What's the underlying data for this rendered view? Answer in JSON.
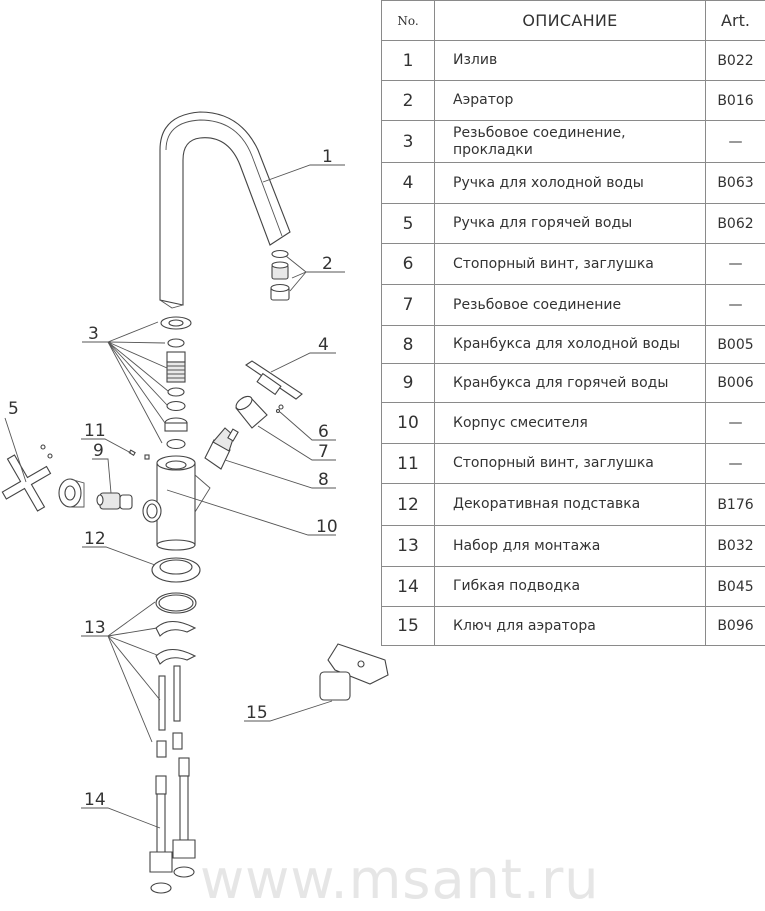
{
  "table": {
    "headers": {
      "no": "No.",
      "description": "ОПИСАНИЕ",
      "art": "Art."
    },
    "rows": [
      {
        "no": "1",
        "description": "Излив",
        "art": "B022"
      },
      {
        "no": "2",
        "description": "Аэратор",
        "art": "B016"
      },
      {
        "no": "3",
        "description": "Резьбовое соединение, прокладки",
        "art": "—"
      },
      {
        "no": "4",
        "description": "Ручка для холодной воды",
        "art": "B063"
      },
      {
        "no": "5",
        "description": "Ручка для горячей воды",
        "art": "B062"
      },
      {
        "no": "6",
        "description": "Стопорный винт, заглушка",
        "art": "—"
      },
      {
        "no": "7",
        "description": "Резьбовое соединение",
        "art": "—"
      },
      {
        "no": "8",
        "description": "Кранбукса для холодной воды",
        "art": "B005"
      },
      {
        "no": "9",
        "description": "Кранбукса для горячей воды",
        "art": "B006"
      },
      {
        "no": "10",
        "description": "Корпус смесителя",
        "art": "—"
      },
      {
        "no": "11",
        "description": "Стопорный винт, заглушка",
        "art": "—"
      },
      {
        "no": "12",
        "description": "Декоративная подставка",
        "art": "B176"
      },
      {
        "no": "13",
        "description": "Набор для монтажа",
        "art": "B032"
      },
      {
        "no": "14",
        "description": "Гибкая подводка",
        "art": "B045"
      },
      {
        "no": "15",
        "description": "Ключ для аэратора",
        "art": "B096"
      }
    ]
  },
  "diagram": {
    "callouts": {
      "c1": "1",
      "c2": "2",
      "c3": "3",
      "c4": "4",
      "c5": "5",
      "c6": "6",
      "c7": "7",
      "c8": "8",
      "c9": "9",
      "c10": "10",
      "c11": "11",
      "c12": "12",
      "c13": "13",
      "c14": "14",
      "c15": "15"
    }
  },
  "watermark": "www.msant.ru"
}
